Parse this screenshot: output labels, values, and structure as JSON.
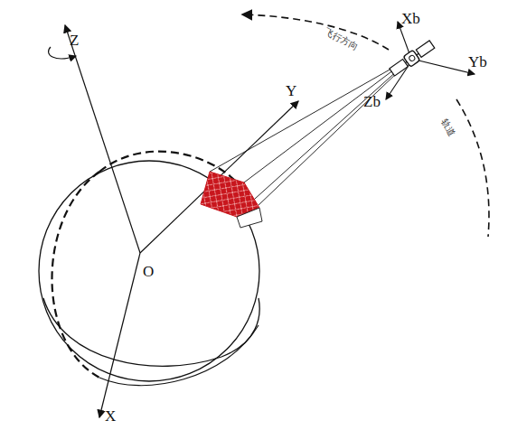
{
  "diagram": {
    "labels": [
      "Z",
      "Y",
      "O",
      "X",
      "Xb",
      "Yb",
      "Zb",
      "飞行方向",
      "轨道"
    ]
  }
}
